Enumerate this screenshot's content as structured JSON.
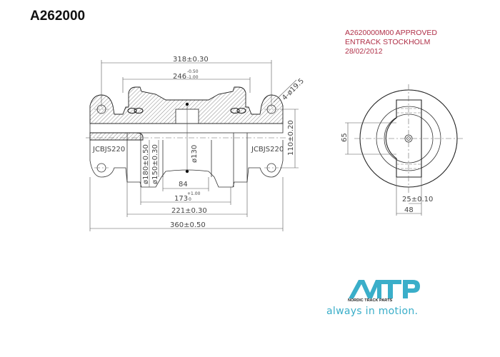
{
  "title": "A262000",
  "approval": {
    "line1": "A2620000M00 APPROVED",
    "line2": "ENTRACK STOCKHOLM",
    "line3": "28/02/2012"
  },
  "dimensions": {
    "overall_bolt_span": "318±0.30",
    "rim_width": "246",
    "rim_width_tol_upper": "-0.50",
    "rim_width_tol_lower": "-1.00",
    "hole_dia": "4-ø19.5",
    "bolt_vertical": "110±0.20",
    "dia_180": "ø180±0.50",
    "dia_150": "ø150±0.30",
    "dia_130": "ø130",
    "tread_width": "84",
    "inner_width": "173",
    "inner_width_tol_upper": "+1.00",
    "inner_width_tol_lower": "0",
    "flange_width": "221±0.30",
    "overall_length": "360±0.50",
    "side_height": "65",
    "side_offset": "25±0.10",
    "side_width": "48"
  },
  "labels": {
    "left_model": "JCBJS220",
    "right_model": "JCBJS220"
  },
  "logo": {
    "brand": "MTP",
    "company": "NORDIC TRACK PARTS",
    "tagline": "always in motion.",
    "color": "#3aaec9"
  }
}
